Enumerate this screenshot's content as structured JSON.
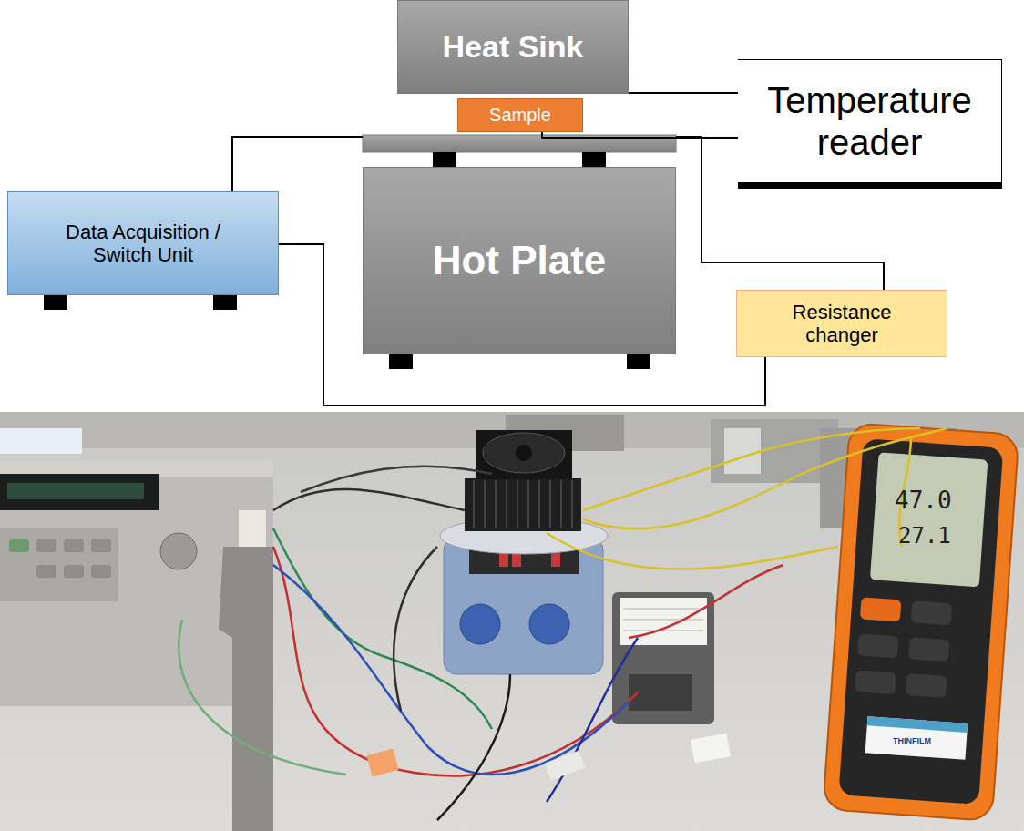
{
  "diagram": {
    "nodes": [
      {
        "text": [
          "Heat Sink"
        ]
      },
      {
        "text": [
          "Sample"
        ]
      },
      {
        "text": [
          "Hot Plate"
        ]
      },
      {
        "text": [
          "Temperature reader"
        ]
      },
      {
        "text": [
          "Data Acquisition / Switch Unit"
        ]
      },
      {
        "text": [
          "Resistance changer"
        ]
      }
    ],
    "edges": [
      {
        "from": 0,
        "to": 3,
        "arrow": "none"
      },
      {
        "from": 1,
        "to": 3,
        "arrow": "none"
      },
      {
        "from": 4,
        "to": 5,
        "arrow": "none"
      }
    ],
    "labels": [
      "47.0",
      "27.1",
      "THINFILM"
    ]
  }
}
